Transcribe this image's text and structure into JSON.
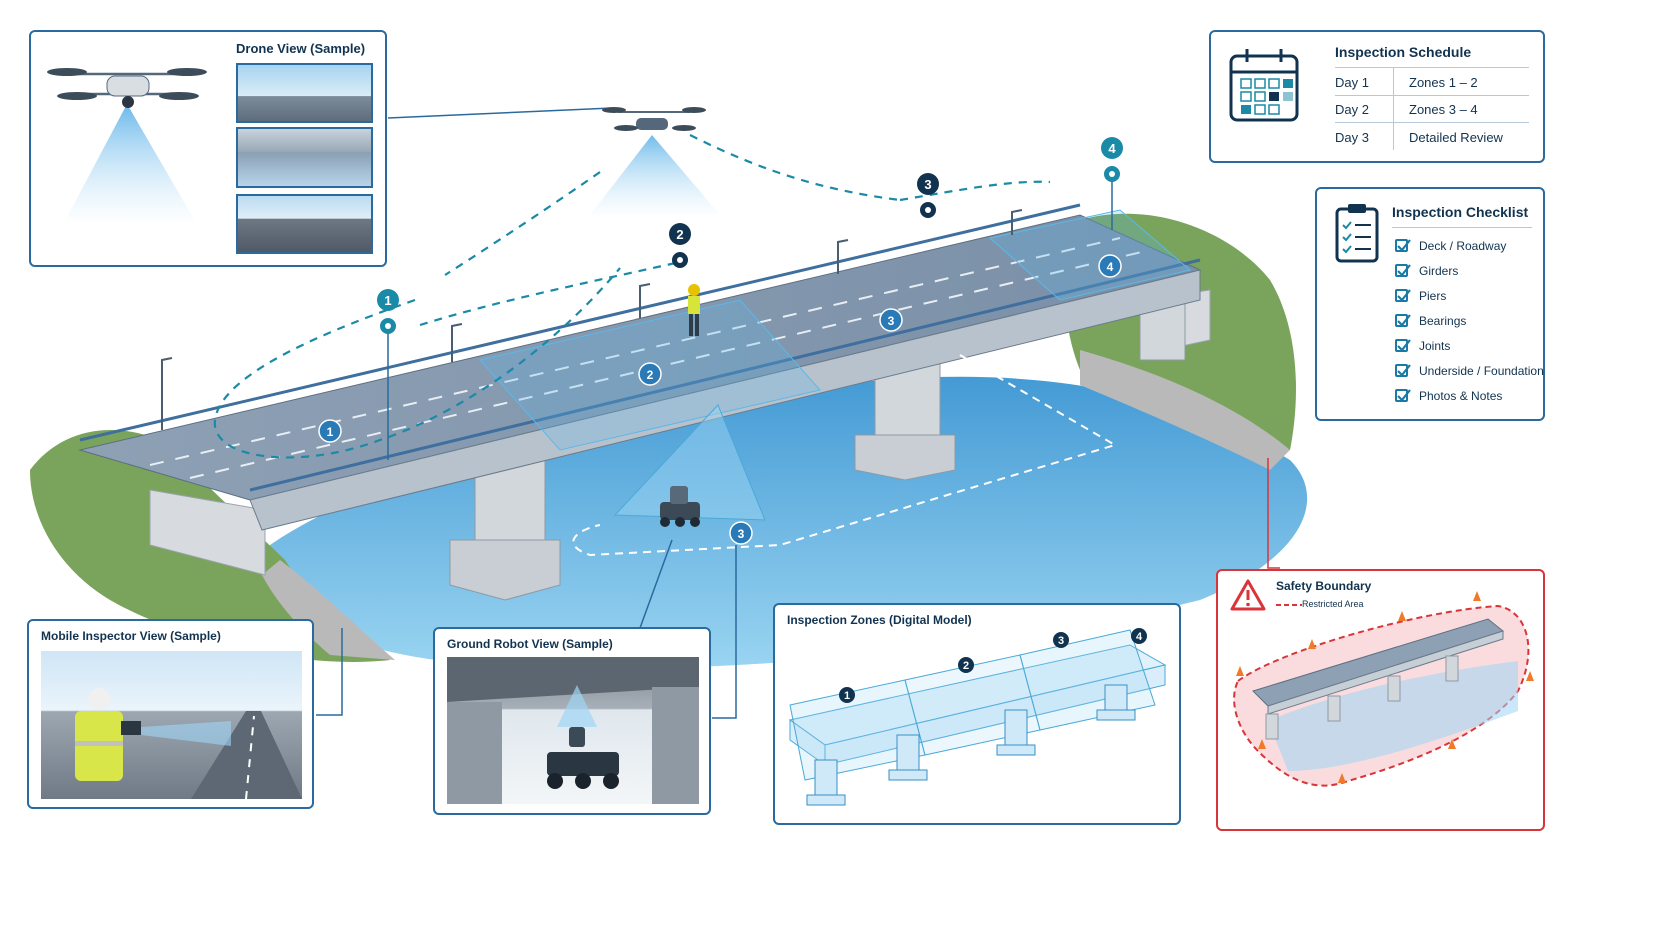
{
  "drone_view": {
    "title": "Drone View (Sample)"
  },
  "schedule": {
    "title": "Inspection Schedule",
    "rows": [
      {
        "day": "Day 1",
        "zones": "Zones 1 – 2"
      },
      {
        "day": "Day 2",
        "zones": "Zones 3 – 4"
      },
      {
        "day": "Day 3",
        "zones": "Detailed Review"
      }
    ]
  },
  "checklist": {
    "title": "Inspection Checklist",
    "items": [
      "Deck / Roadway",
      "Girders",
      "Piers",
      "Bearings",
      "Joints",
      "Underside / Foundation",
      "Photos & Notes"
    ]
  },
  "mobile_view": {
    "title": "Mobile Inspector View (Sample)"
  },
  "robot_view": {
    "title": "Ground Robot View (Sample)"
  },
  "zones_model": {
    "title": "Inspection Zones (Digital Model)",
    "markers": [
      "1",
      "2",
      "3",
      "4"
    ]
  },
  "safety": {
    "title": "Safety Boundary",
    "legend": "Restricted Area"
  },
  "scene": {
    "waypoints": [
      "1",
      "2",
      "3",
      "4"
    ],
    "zone_labels": [
      "1",
      "2",
      "3",
      "4"
    ],
    "robot_zone": "3"
  },
  "colors": {
    "accent": "#2a6a9e",
    "dark": "#12334f",
    "teal": "#1a8aa6",
    "water": "#4aa9d8",
    "danger": "#d9343a"
  }
}
